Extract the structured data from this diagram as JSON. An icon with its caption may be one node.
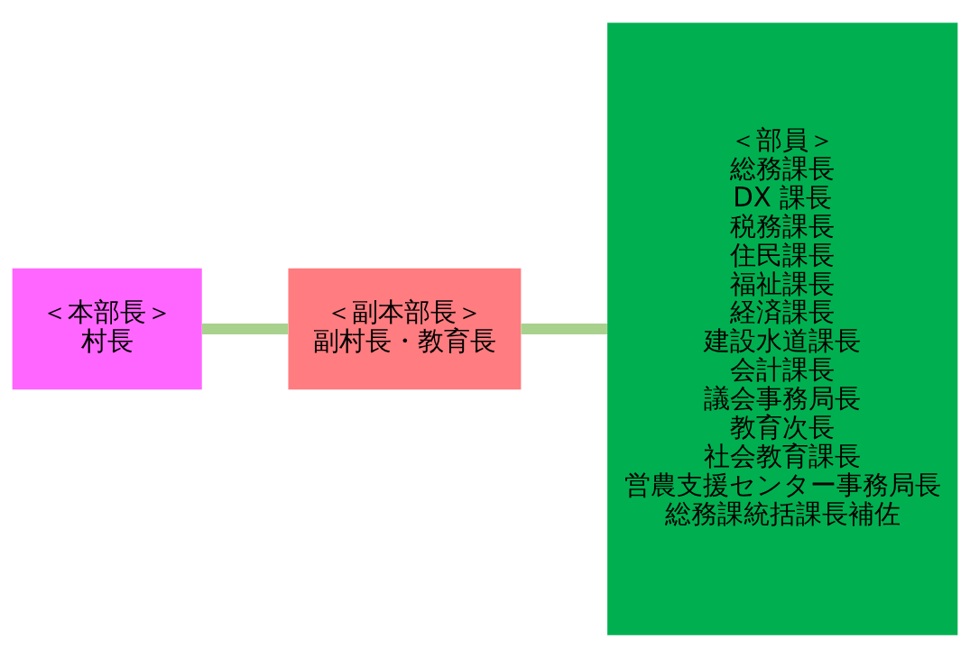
{
  "diagram": {
    "nodes": [
      {
        "text": [
          "＜本部長＞",
          "村長"
        ]
      },
      {
        "text": [
          "＜副本部長＞",
          "副村長・教育長"
        ]
      },
      {
        "text": [
          "＜部員＞",
          "総務課長",
          "DX 課長",
          "税務課長",
          "住民課長",
          "福祉課長",
          "経済課長",
          "建設水道課長",
          "会計課長",
          "議会事務局長",
          "教育次長",
          "社会教育課長",
          "営農支援センター事務局長",
          "総務課統括課長補佐"
        ]
      }
    ],
    "edges": [
      {
        "from": 0,
        "to": 1,
        "arrow": "none"
      },
      {
        "from": 1,
        "to": 2,
        "arrow": "none"
      }
    ]
  }
}
